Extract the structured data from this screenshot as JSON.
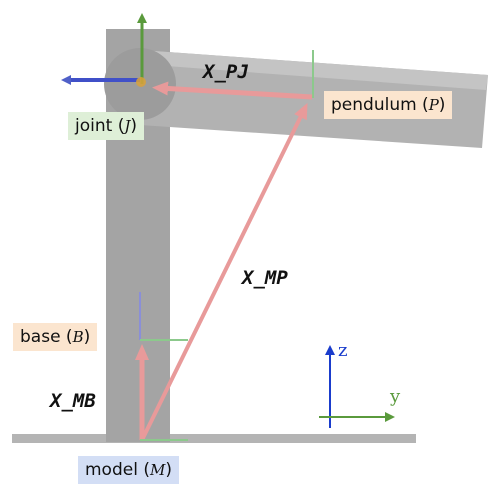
{
  "labels": {
    "pendulum": {
      "text": "pendulum (",
      "sym": "P",
      "close": ")"
    },
    "joint": {
      "text": "joint (",
      "sym": "J",
      "close": ")"
    },
    "base": {
      "text": "base (",
      "sym": "B",
      "close": ")"
    },
    "model": {
      "text": "model (",
      "sym": "M",
      "close": ")"
    }
  },
  "transforms": {
    "pj": "X_PJ",
    "mp": "X_MP",
    "mb": "X_MB"
  },
  "axes": {
    "z": "z",
    "y": "y"
  },
  "colors": {
    "arrow": "#e89a9a",
    "axis_green": "#5a9a3c",
    "axis_blue": "#1a3ccc",
    "link_gray": "#a8a8a8",
    "peach": "#fbe5cf",
    "light_green": "#deefd7",
    "light_blue": "#d3def5"
  }
}
